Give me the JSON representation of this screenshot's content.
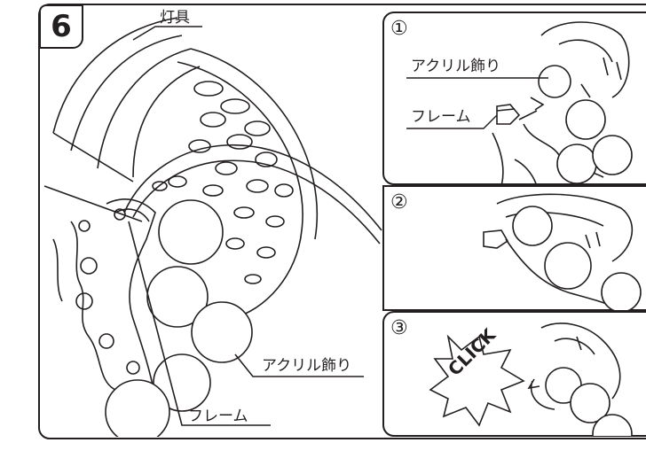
{
  "step_number": "6",
  "main_view": {
    "fixture_label": "灯具",
    "acrylic_label": "アクリル飾り",
    "frame_label": "フレーム"
  },
  "detail_1": {
    "number": "①",
    "acrylic_label": "アクリル飾り",
    "frame_label": "フレーム"
  },
  "detail_2": {
    "number": "②"
  },
  "detail_3": {
    "number": "③",
    "click_text": "CLICK"
  },
  "colors": {
    "line": "#231f20",
    "background": "#ffffff"
  }
}
